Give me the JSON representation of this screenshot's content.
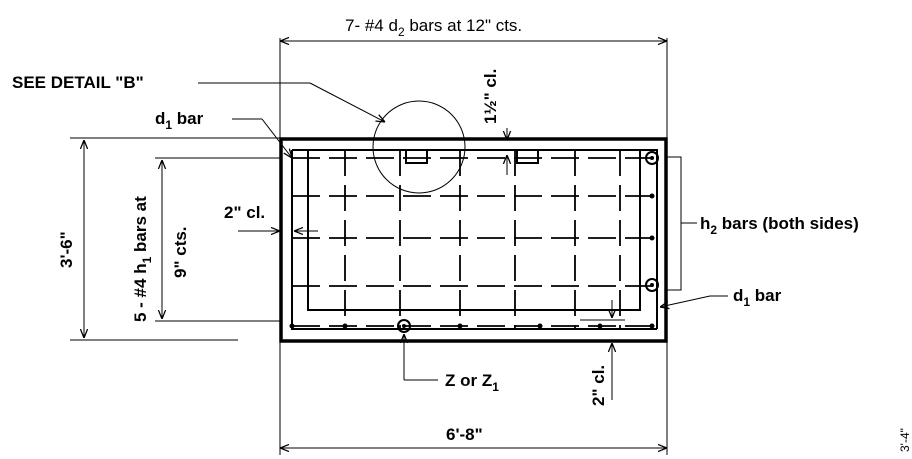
{
  "labels": {
    "top_dim": "7- #4 d",
    "top_dim_sub": "2",
    "top_dim_rest": " bars at 12\" cts.",
    "see_detail": "SEE DETAIL \"B\"",
    "d1_top": "d",
    "d1_top_sub": "1",
    "d1_top_rest": " bar",
    "top_cover": "1½\" cl.",
    "left_height": "3'-6\"",
    "h1_line1": "5 - #4 h",
    "h1_line1_sub": "1",
    "h1_line1_rest": " bars at",
    "h1_line2": "9\" cts.",
    "side_cover": "2\" cl.",
    "h2": "h",
    "h2_sub": "2",
    "h2_rest": " bars (both sides)",
    "d1_right": "d",
    "d1_right_sub": "1",
    "d1_right_rest": " bar",
    "z_label": "Z or Z",
    "z_label_sub": "1",
    "bottom_cover": "2\" cl.",
    "width": "6'-8\"",
    "edge_fragment": "3'-4\""
  }
}
